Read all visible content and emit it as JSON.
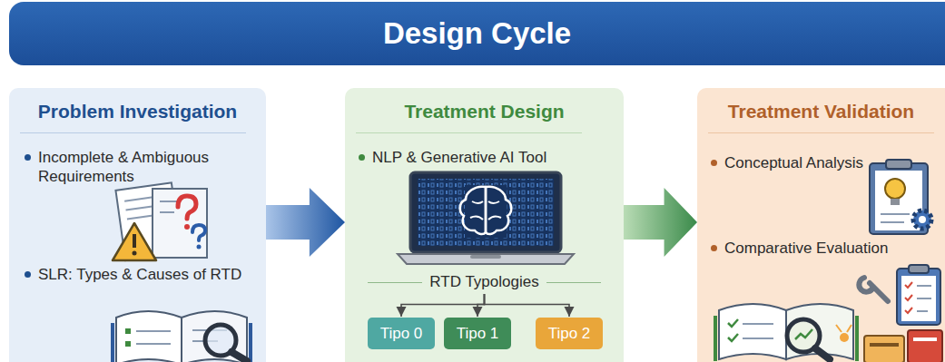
{
  "diagram": {
    "title": "Design Cycle",
    "nodes": [
      {
        "text": [
          "Problem Investigation",
          "Incomplete & Ambiguous Requirements",
          "SLR: Types & Causes of RTD"
        ]
      },
      {
        "text": [
          "Treatment Design",
          "NLP & Generative AI Tool",
          "RTD Typologies"
        ]
      },
      {
        "text": [
          "Tipo 0"
        ],
        "in": 1
      },
      {
        "text": [
          "Tipo 1"
        ],
        "in": 1
      },
      {
        "text": [
          "Tipo 2"
        ],
        "in": 1
      },
      {
        "text": [
          "Treatment Validation",
          "Conceptual Analysis",
          "Comparative Evaluation"
        ]
      }
    ],
    "edges": [
      {
        "from": 0,
        "to": 1,
        "arrow": "to"
      },
      {
        "from": 1,
        "to": 5,
        "arrow": "to"
      },
      {
        "from": 1,
        "to": 2,
        "arrow": "to"
      },
      {
        "from": 1,
        "to": 3,
        "arrow": "to"
      },
      {
        "from": 1,
        "to": 4,
        "arrow": "to"
      }
    ]
  }
}
